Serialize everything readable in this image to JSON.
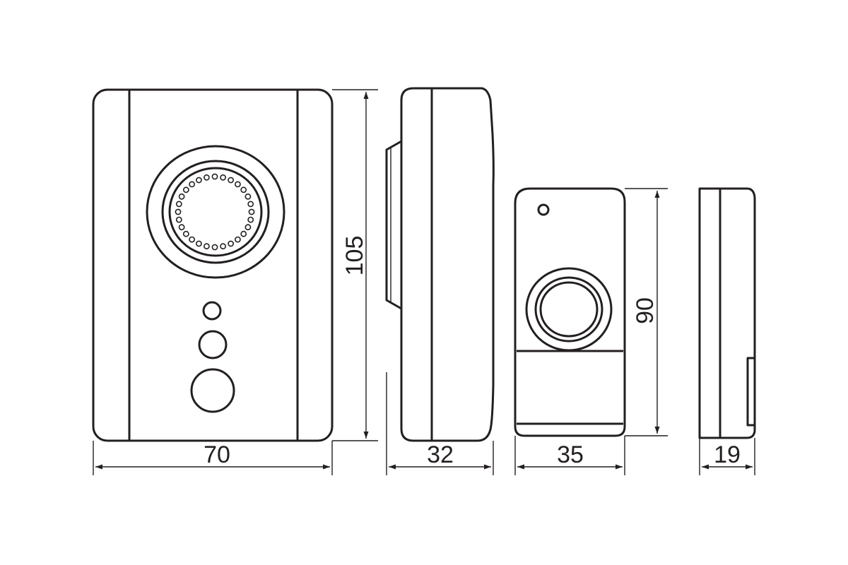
{
  "dimensions": {
    "base_width": "70",
    "base_height": "105",
    "base_depth": "32",
    "button_width": "35",
    "button_height": "90",
    "button_depth": "19"
  },
  "colors": {
    "ink": "#231f20",
    "paper": "#ffffff"
  }
}
